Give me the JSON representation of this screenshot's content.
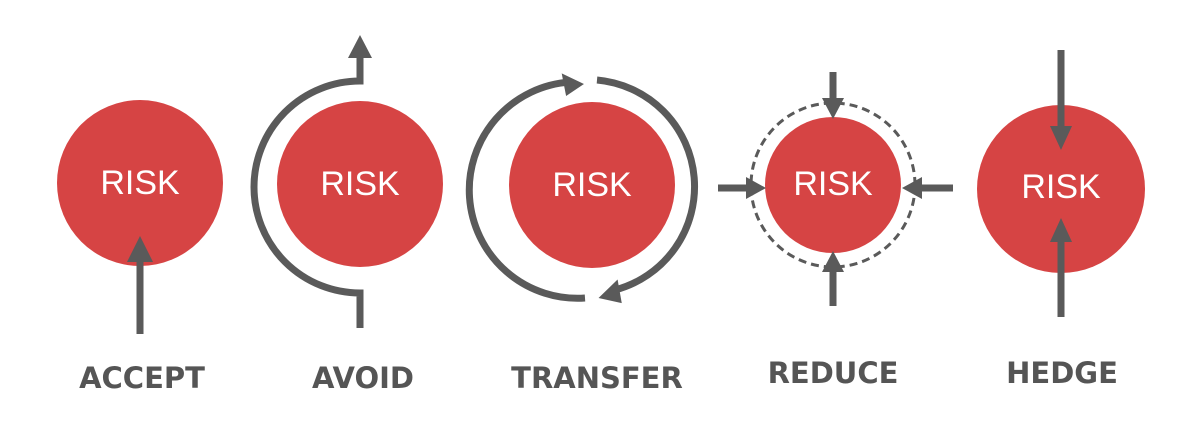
{
  "colors": {
    "risk_fill": "#d64444",
    "arrow": "#5a5a5a",
    "label": "#555555"
  },
  "strategies": [
    {
      "circle_text": "RISK",
      "label": "ACCEPT"
    },
    {
      "circle_text": "RISK",
      "label": "AVOID"
    },
    {
      "circle_text": "RISK",
      "label": "TRANSFER"
    },
    {
      "circle_text": "RISK",
      "label": "REDUCE"
    },
    {
      "circle_text": "RISK",
      "label": "HEDGE"
    }
  ]
}
